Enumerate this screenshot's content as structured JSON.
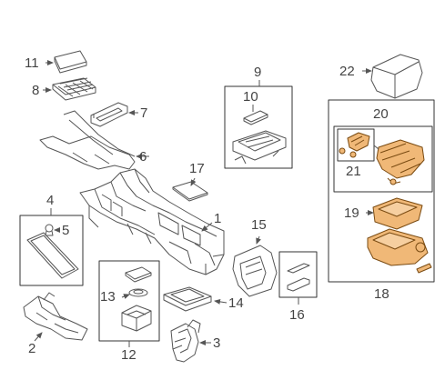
{
  "callouts": {
    "n1": "1",
    "n2": "2",
    "n3": "3",
    "n4": "4",
    "n5": "5",
    "n6": "6",
    "n7": "7",
    "n8": "8",
    "n9": "9",
    "n10": "10",
    "n11": "11",
    "n12": "12",
    "n13": "13",
    "n14": "14",
    "n15": "15",
    "n16": "16",
    "n17": "17",
    "n18": "18",
    "n19": "19",
    "n20": "20",
    "n21": "21",
    "n22": "22"
  },
  "colors": {
    "line": "#555555",
    "part_fill": "#ffffff",
    "highlight_fill": "#f0b877",
    "highlight_stroke": "#7a4b12",
    "box_stroke": "#333333"
  },
  "icons": [
    "arrow-pointer-icon"
  ]
}
